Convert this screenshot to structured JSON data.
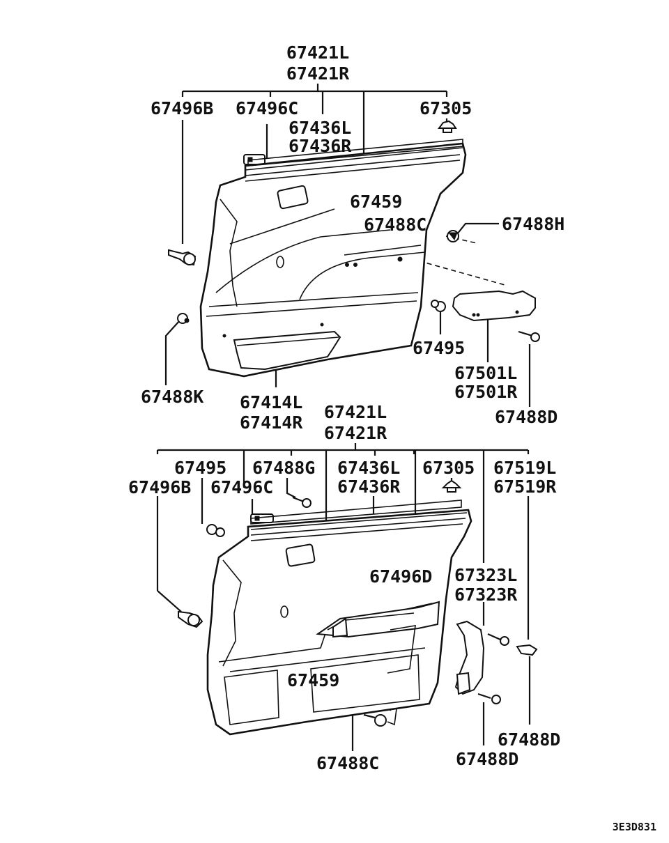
{
  "diagram_code": "3E3D831",
  "upper_assembly": {
    "labels": [
      {
        "id": "u-67421l",
        "text": "67421L"
      },
      {
        "id": "u-67421r",
        "text": "67421R"
      },
      {
        "id": "u-67496b",
        "text": "67496B"
      },
      {
        "id": "u-67496c",
        "text": "67496C"
      },
      {
        "id": "u-67436l",
        "text": "67436L"
      },
      {
        "id": "u-67436r",
        "text": "67436R"
      },
      {
        "id": "u-67305",
        "text": "67305"
      },
      {
        "id": "u-67459",
        "text": "67459"
      },
      {
        "id": "u-67488c",
        "text": "67488C"
      },
      {
        "id": "u-67488h",
        "text": "67488H"
      },
      {
        "id": "u-67495",
        "text": "67495"
      },
      {
        "id": "u-67501l",
        "text": "67501L"
      },
      {
        "id": "u-67501r",
        "text": "67501R"
      },
      {
        "id": "u-67488k",
        "text": "67488K"
      },
      {
        "id": "u-67414l",
        "text": "67414L"
      },
      {
        "id": "u-67414r",
        "text": "67414R"
      },
      {
        "id": "u-67488d",
        "text": "67488D"
      }
    ]
  },
  "lower_assembly": {
    "labels": [
      {
        "id": "l-67421l",
        "text": "67421L"
      },
      {
        "id": "l-67421r",
        "text": "67421R"
      },
      {
        "id": "l-67495",
        "text": "67495"
      },
      {
        "id": "l-67488g",
        "text": "67488G"
      },
      {
        "id": "l-67436l",
        "text": "67436L"
      },
      {
        "id": "l-67436r",
        "text": "67436R"
      },
      {
        "id": "l-67305",
        "text": "67305"
      },
      {
        "id": "l-67519l",
        "text": "67519L"
      },
      {
        "id": "l-67519r",
        "text": "67519R"
      },
      {
        "id": "l-67496b",
        "text": "67496B"
      },
      {
        "id": "l-67496c",
        "text": "67496C"
      },
      {
        "id": "l-67496d",
        "text": "67496D"
      },
      {
        "id": "l-67323l",
        "text": "67323L"
      },
      {
        "id": "l-67323r",
        "text": "67323R"
      },
      {
        "id": "l-67459",
        "text": "67459"
      },
      {
        "id": "l-67488c",
        "text": "67488C"
      },
      {
        "id": "l-67488d-a",
        "text": "67488D"
      },
      {
        "id": "l-67488d-b",
        "text": "67488D"
      }
    ]
  }
}
